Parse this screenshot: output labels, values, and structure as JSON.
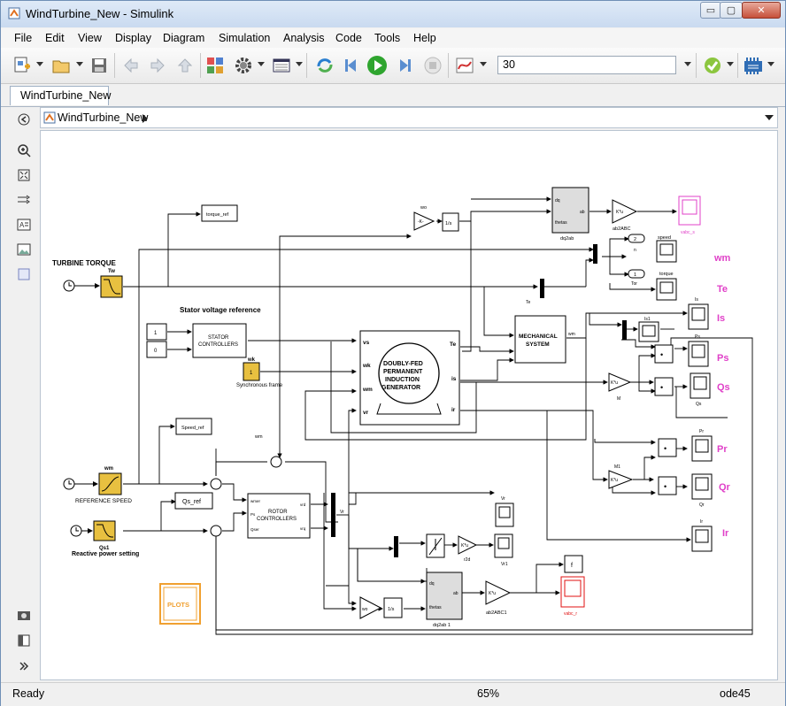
{
  "window": {
    "title": "WindTurbine_New - Simulink",
    "minimize": "▭",
    "maximize": "▢",
    "close": "✕"
  },
  "menu": [
    "File",
    "Edit",
    "View",
    "Display",
    "Diagram",
    "Simulation",
    "Analysis",
    "Code",
    "Tools",
    "Help"
  ],
  "toolbar": {
    "stop_time": "30"
  },
  "tab": {
    "label": "WindTurbine_New"
  },
  "breadcrumb": {
    "model": "WindTurbine_New"
  },
  "status": {
    "left": "Ready",
    "zoom": "65%",
    "solver": "ode45"
  },
  "diagram": {
    "turbine_torque": "TURBINE TORQUE",
    "tw": "Tw",
    "stator_voltage_ref": "Stator voltage reference",
    "stator_controllers": [
      "STATOR",
      "CONTROLLERS"
    ],
    "const1": "1",
    "const0": "0",
    "wk_label": "wk",
    "wk_value": "1",
    "sync_frame": "Synchronous frame",
    "gen_lines": [
      "DOUBLY-FED",
      "PERMANENT",
      "INDUCTION",
      "GENERATOR"
    ],
    "gen_in": [
      "vs",
      "wk",
      "wm",
      "vr"
    ],
    "gen_out": [
      "Te",
      "is",
      "ir"
    ],
    "mech_lines": [
      "MECHANICAL",
      "SYSTEM"
    ],
    "mech_out": "wm",
    "torque_ref": "torque_ref",
    "speed_ref": "Speed_ref",
    "qs_ref": "Qs_ref",
    "ref_speed_label": "REFERENCE SPEED",
    "wm_block": "wm",
    "qs1": "Qs1",
    "reactive_power": "Reactive power setting",
    "rotor_ctrl": [
      "ROTOR",
      "CONTROLLERS"
    ],
    "rotor_in": [
      "wmer",
      "Ps",
      "Qser"
    ],
    "rotor_out": [
      "vrd",
      "vrq"
    ],
    "wo": "wo",
    "gain_k": "-K-",
    "gain_ku": "K*u",
    "integ": "1/s",
    "dq2ab": "dq2ab",
    "dq2ab1": "dq2ab 1",
    "dq": "dq",
    "ab": "ab",
    "thetas": "thetas",
    "ab2abc": "ab2ABC",
    "ab2abc1": "ab2ABC1",
    "vabc_s": "vabc_s",
    "vabc_r": "vabc_r",
    "const2": "2",
    "n": "n",
    "speed": "speed",
    "const1b": "1",
    "tor": "Tor",
    "torque": "torque",
    "te_small": "Te",
    "is_small": "Is",
    "is1": "Is1",
    "ps": "Ps",
    "qs": "Qs",
    "pr": "Pr",
    "qr": "Qr",
    "ir": "Ir",
    "vr": "Vr",
    "vr1": "Vr1",
    "r2d": "r2d",
    "m": "M",
    "m1": "M1",
    "f": "f",
    "wm_line": "wm",
    "vr_label": "Vr",
    "plots": "PLOTS",
    "dot": "•",
    "mag": [
      "wm",
      "Te",
      "Is",
      "Ps",
      "Qs",
      "Pr",
      "Qr",
      "Ir"
    ]
  },
  "colors": {
    "magenta": "#e040c8",
    "scope_red": "#e01010",
    "orange": "#f0a030",
    "yellow": "#e8c040"
  }
}
